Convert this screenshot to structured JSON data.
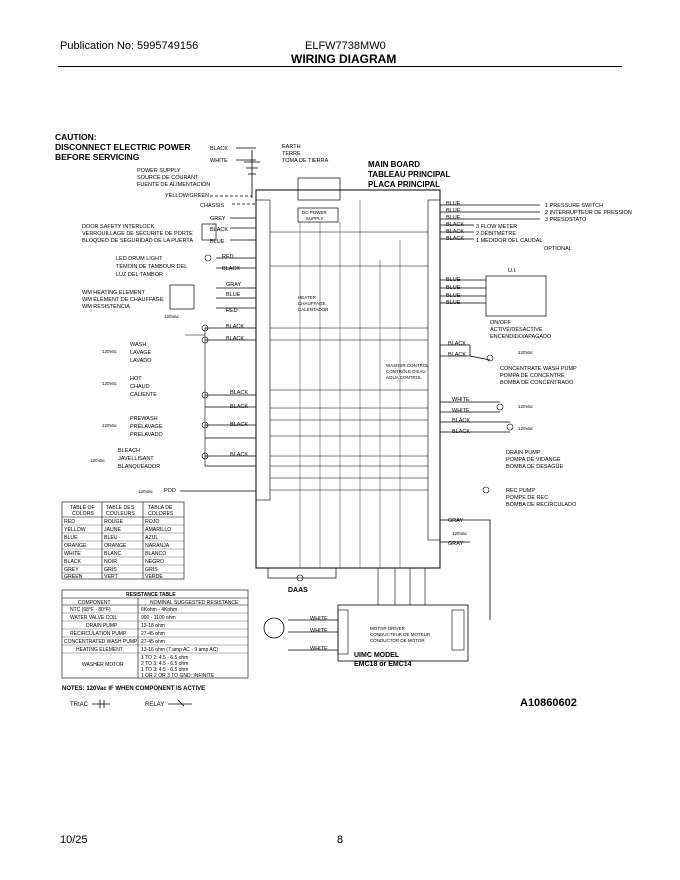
{
  "header": {
    "publication": "Publication No: 5995749156",
    "model": "ELFW7738MW0",
    "title": "WIRING DIAGRAM"
  },
  "footer": {
    "date": "10/25",
    "page": "8"
  },
  "caution": [
    "CAUTION:",
    "DISCONNECT ELECTRIC POWER",
    "BEFORE SERVICING"
  ],
  "power": {
    "supply": [
      "POWER SUPPLY",
      "SOURCE DE COURANT",
      "FUENTE DE ALIMENTACIÓN"
    ],
    "earth": [
      "EARTH",
      "TERRE",
      "TOMA DE TIERRA"
    ],
    "chassis": "CHASSIS",
    "yellow_green": "YELLOW/GREEN",
    "dc_power_supply": [
      "DC POWER",
      "SUPPLY"
    ]
  },
  "main_board": [
    "MAIN BOARD",
    "TABLEAU PRINCIPAL",
    "PLACA PRINCIPAL"
  ],
  "components_left": {
    "door_lock": [
      "DOOR SAFETY INTERLOCK",
      "VERROUILLAGE DE SÉCURITÉ DE PORTE",
      "BLOQUEO DE SEGURIDAD DE LA PUERTA"
    ],
    "drum_light": [
      "LED DRUM LIGHT",
      "TÉMOIN DE TAMBOUR DEL",
      "LUZ DEL TAMBOR"
    ],
    "heating": [
      "WM HEATING ELEMENT",
      "WM ÉLÉMENT DE CHAUFFAGE",
      "WM RESISTENCIA"
    ],
    "wash": [
      "WASH",
      "LAVAGE",
      "LAVADO"
    ],
    "hot": [
      "HOT",
      "CHAUD",
      "CALIENTE"
    ],
    "prewash": [
      "PREWASH",
      "PRÉLAVAGE",
      "PRELAVADO"
    ],
    "bleach": [
      "BLEACH",
      "JAVELLISANT",
      "BLANQUEADOR"
    ],
    "pod": "POD",
    "heater_relay": [
      "HEATER",
      "CHAUFFAGE",
      "CALENTADOR"
    ]
  },
  "components_right": {
    "pressure": [
      "1 PRESSURE SWITCH",
      "2 INTERRUPTEUR DE PRESSION",
      "3 PRESOSTATO"
    ],
    "flow": [
      "3 FLOW METER",
      "2 DÉBITMÈTRE",
      "1 MEDIDOR DEL CAUDAL"
    ],
    "optional": "OPTIONAL",
    "ui": "U.I.",
    "onoff": [
      "ON/OFF",
      "ACTIVÉ/DÉSACTIVÉ",
      "ENCENDIDO/APAGADO"
    ],
    "concentrate": [
      "CONCENTRATE WASH PUMP",
      "POMPA DE CONCENTRÉ",
      "BOMBA DE CONCENTRADO"
    ],
    "drain": [
      "DRAIN PUMP",
      "POMPA DE VIDANGE",
      "BOMBA DE DESAGÜE"
    ],
    "rec": [
      "REC PUMP",
      "POMPE DE REC",
      "BOMBA DE RECIRCULADO"
    ],
    "washer_control": [
      "WASHER CONTROL",
      "CONTRÔLE D'EAU",
      "AGUA CONTROL"
    ]
  },
  "wire_colors": {
    "black": "BLACK",
    "white": "WHITE",
    "grey": "GREY",
    "gray": "GRAY",
    "blue": "BLUE",
    "red": "RED"
  },
  "rating": "120Vac",
  "color_table": {
    "headers": [
      [
        "TABLE OF",
        "COLORS"
      ],
      [
        "TABLE DES",
        "COULEURS"
      ],
      [
        "TABLA DE",
        "COLORES"
      ]
    ],
    "rows": [
      [
        "RED",
        "ROUGE",
        "ROJO"
      ],
      [
        "YELLOW",
        "JAUNE",
        "AMARILLO"
      ],
      [
        "BLUE",
        "BLEU",
        "AZUL"
      ],
      [
        "ORANGE",
        "ORANGE",
        "NARANJA"
      ],
      [
        "WHITE",
        "BLANC",
        "BLANCO"
      ],
      [
        "BLACK",
        "NOIR",
        "NEGRO"
      ],
      [
        "GREY",
        "GRIS",
        "GRIS"
      ],
      [
        "GREEN",
        "VERT",
        "VERDE"
      ]
    ]
  },
  "resistance_table": {
    "title": "RESISTANCE TABLE",
    "headers": [
      "COMPONENT",
      "NOMINAL SUGGESTED RESISTANCE"
    ],
    "rows": [
      [
        "NTC (68°F - 80°F)",
        "6Kohm - 4Kohm"
      ],
      [
        "WATER VALVE COIL",
        "900 - 1100 ohm"
      ],
      [
        "DRAIN PUMP",
        "13-18 ohm"
      ],
      [
        "RECIRCULATION PUMP",
        "27-45 ohm"
      ],
      [
        "CONCENTRATED WASH PUMP",
        "27-45 ohm"
      ],
      [
        "HEATING ELEMENT",
        "13-16 ohm (7 amp AC - 9 amp AC)"
      ]
    ],
    "motor_label": "WASHER MOTOR",
    "motor_values": [
      "1 TO 2: 4.5 - 6.5 ohm",
      "2 TO 3: 4.5 - 6.5 ohm",
      "1 TO 3: 4.5 - 6.5 ohm",
      "1 OR 2 OR 3 TO GND: INFINITE"
    ]
  },
  "notes": {
    "text": "NOTES: 120Vac IF WHEN COMPONENT IS ACTIVE",
    "triac": "TRIAC",
    "relay": "RELAY"
  },
  "motor": {
    "driver": [
      "MOTOR DRIVER",
      "CONDUCTEUR DE MOTEUR",
      "CONDUCTOR DE MOTOR"
    ],
    "model": [
      "UIMC MODEL",
      "EMC18 or EMC14"
    ]
  },
  "daas": "DAAS",
  "code": "A10860602"
}
